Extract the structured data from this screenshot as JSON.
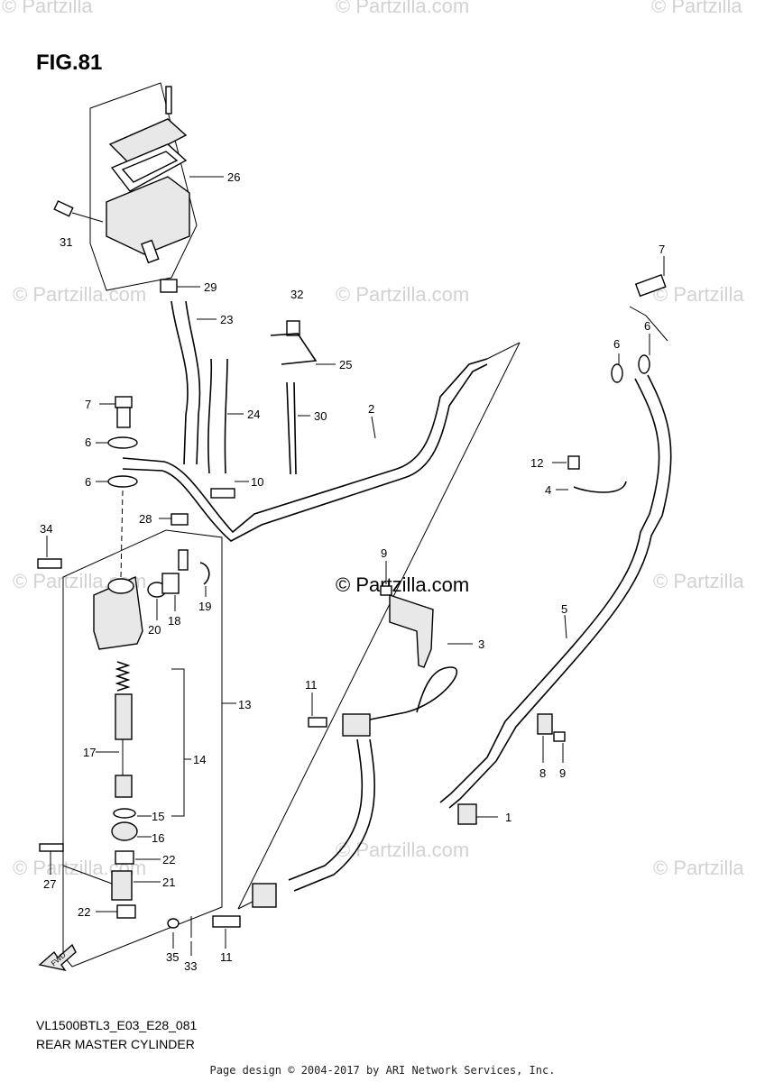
{
  "figure": {
    "title": "FIG.81",
    "model_code": "VL1500BTL3_E03_E28_081",
    "subtitle": "REAR MASTER CYLINDER"
  },
  "footer": "Page design © 2004-2017 by ARI Network Services, Inc.",
  "watermark": {
    "text": "© Partzilla",
    "text_com": "© Partzilla.com",
    "center_text": "© Partzilla.com"
  },
  "callouts": {
    "p1": "1",
    "p2": "2",
    "p3": "3",
    "p4": "4",
    "p5": "5",
    "p6a": "6",
    "p6b": "6",
    "p6c": "6",
    "p6d": "6",
    "p7a": "7",
    "p7b": "7",
    "p8": "8",
    "p9a": "9",
    "p9b": "9",
    "p10": "10",
    "p11a": "11",
    "p11b": "11",
    "p12": "12",
    "p13": "13",
    "p14": "14",
    "p15": "15",
    "p16": "16",
    "p17": "17",
    "p18": "18",
    "p19": "19",
    "p20": "20",
    "p21": "21",
    "p22a": "22",
    "p22b": "22",
    "p23": "23",
    "p24": "24",
    "p25": "25",
    "p26": "26",
    "p27": "27",
    "p28": "28",
    "p29": "29",
    "p30": "30",
    "p31": "31",
    "p32": "32",
    "p33": "33",
    "p34": "34",
    "p35": "35"
  },
  "fwd_label": "FWD"
}
